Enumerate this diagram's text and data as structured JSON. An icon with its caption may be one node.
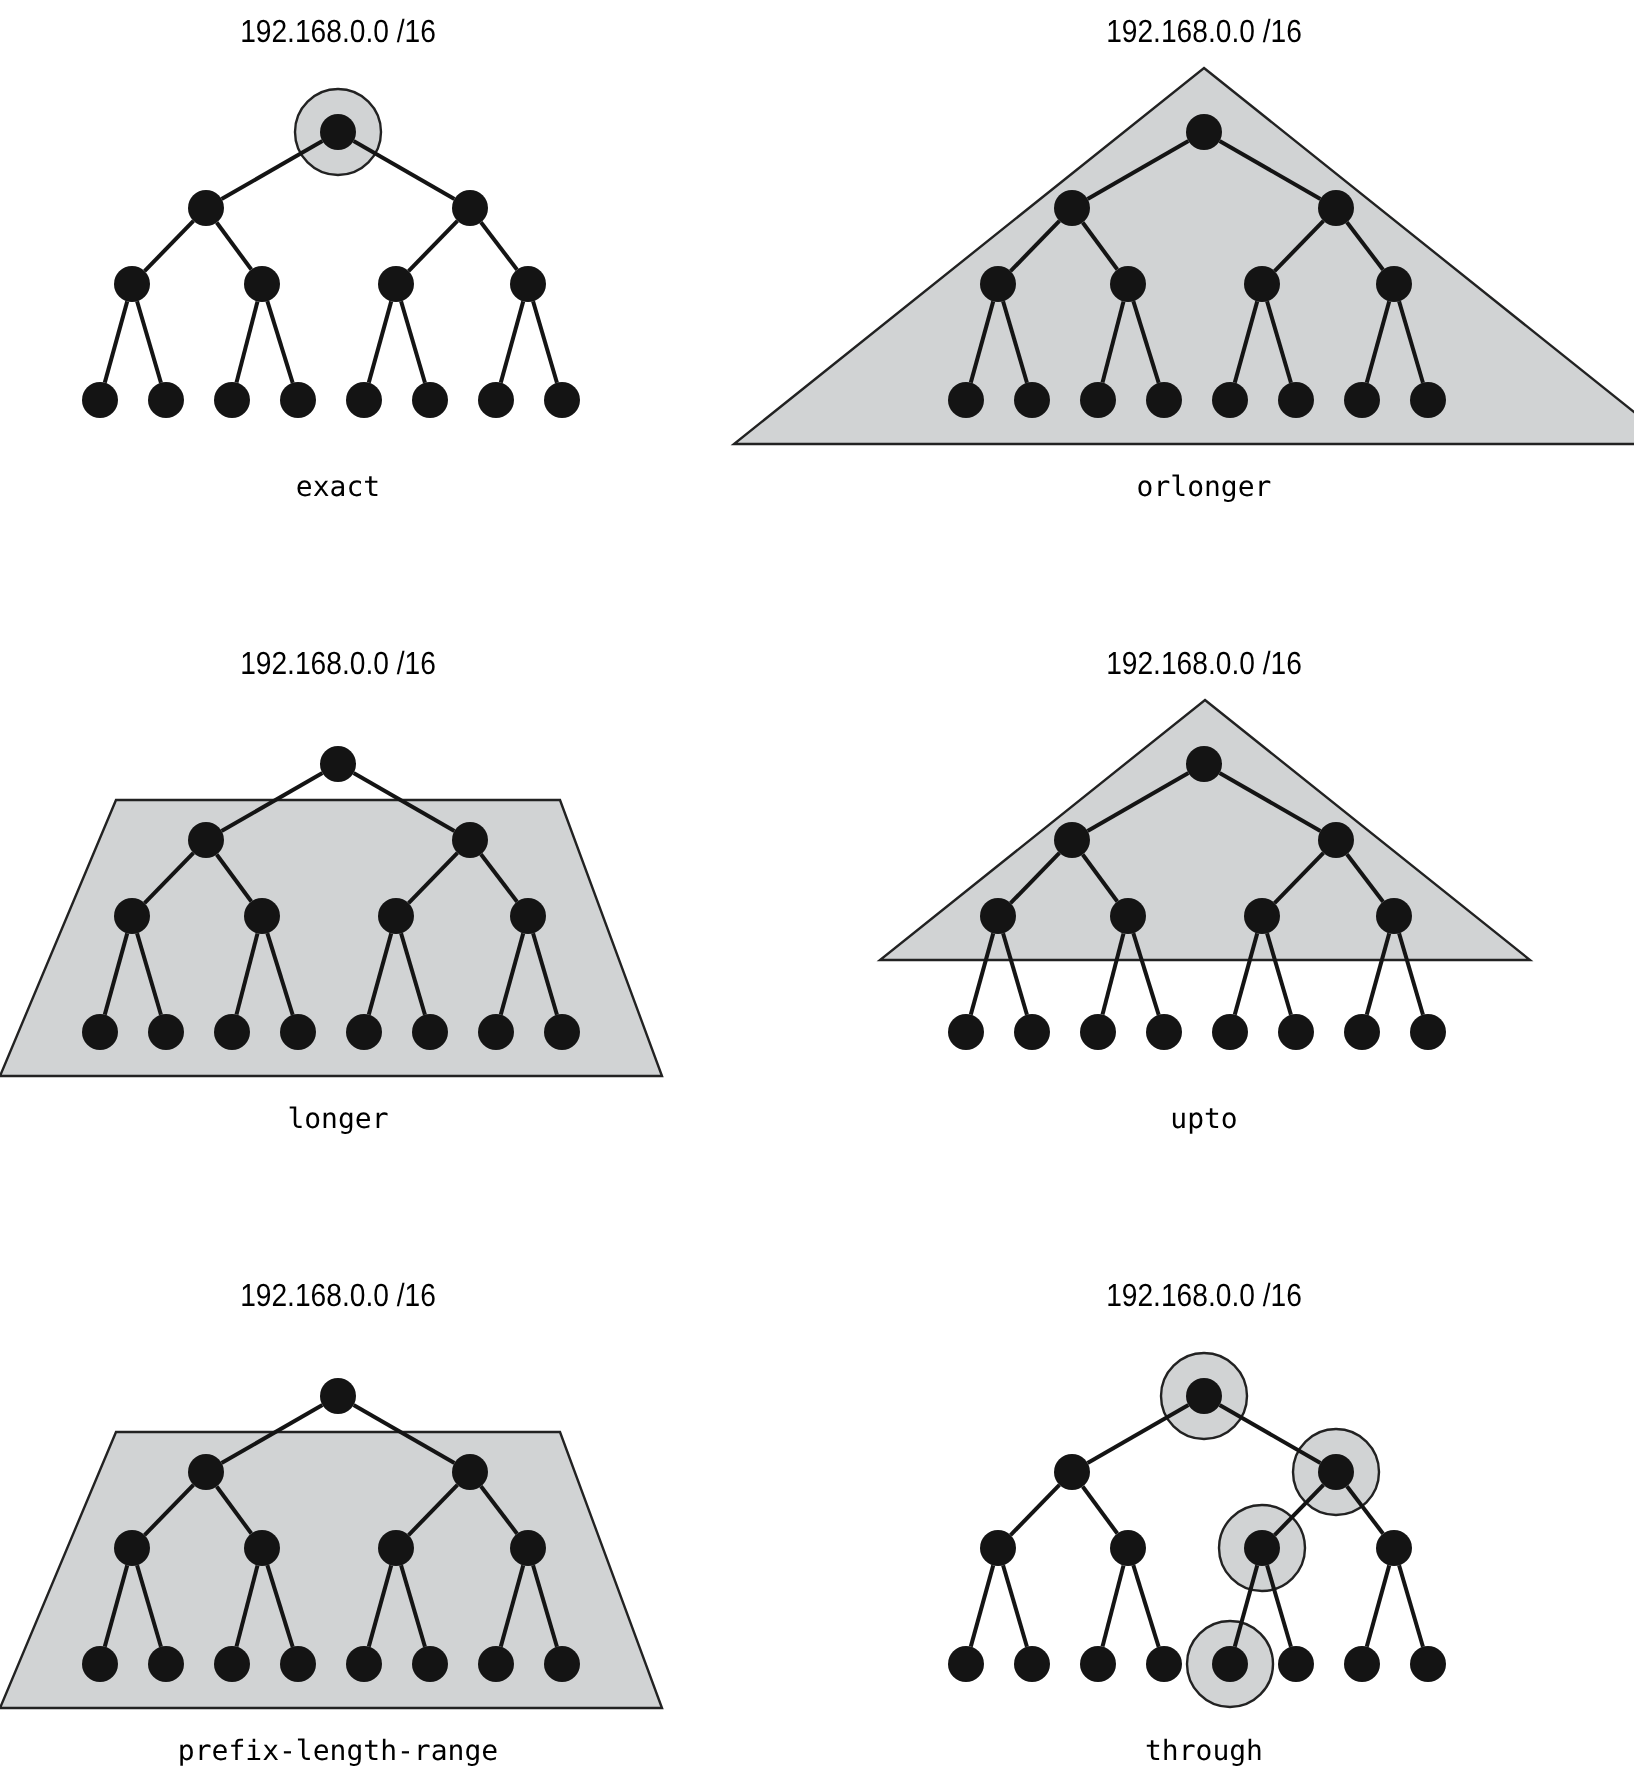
{
  "diagram": {
    "nodes": [
      {
        "text": [],
        "shape": "circle"
      },
      {
        "text": [],
        "shape": "circle",
        "in": 0
      },
      {
        "text": [],
        "shape": "circle"
      },
      {
        "text": [],
        "shape": "circle"
      },
      {
        "text": [],
        "shape": "circle"
      },
      {
        "text": [],
        "shape": "circle"
      },
      {
        "text": [],
        "shape": "circle"
      },
      {
        "text": [],
        "shape": "circle"
      },
      {
        "text": [],
        "shape": "circle"
      },
      {
        "text": [],
        "shape": "circle"
      },
      {
        "text": [],
        "shape": "circle"
      },
      {
        "text": [],
        "shape": "circle"
      },
      {
        "text": [],
        "shape": "circle"
      },
      {
        "text": [],
        "shape": "circle"
      },
      {
        "text": [],
        "shape": "circle"
      },
      {
        "text": [],
        "shape": "circle"
      },
      {
        "text": [],
        "shape": "triangle"
      },
      {
        "text": [],
        "shape": "circle",
        "in": 16
      },
      {
        "text": [],
        "shape": "circle",
        "in": 16
      },
      {
        "text": [],
        "shape": "circle",
        "in": 16
      },
      {
        "text": [],
        "shape": "circle",
        "in": 16
      },
      {
        "text": [],
        "shape": "circle",
        "in": 16
      },
      {
        "text": [],
        "shape": "circle",
        "in": 16
      },
      {
        "text": [],
        "shape": "circle",
        "in": 16
      },
      {
        "text": [],
        "shape": "circle",
        "in": 16
      },
      {
        "text": [],
        "shape": "circle",
        "in": 16
      },
      {
        "text": [],
        "shape": "circle",
        "in": 16
      },
      {
        "text": [],
        "shape": "circle",
        "in": 16
      },
      {
        "text": [],
        "shape": "circle",
        "in": 16
      },
      {
        "text": [],
        "shape": "circle",
        "in": 16
      },
      {
        "text": [],
        "shape": "circle",
        "in": 16
      },
      {
        "text": [],
        "shape": "circle",
        "in": 16
      },
      {
        "text": [],
        "shape": "trapezoid"
      },
      {
        "text": [],
        "shape": "circle"
      },
      {
        "text": [],
        "shape": "circle",
        "in": 32
      },
      {
        "text": [],
        "shape": "circle",
        "in": 32
      },
      {
        "text": [],
        "shape": "circle",
        "in": 32
      },
      {
        "text": [],
        "shape": "circle",
        "in": 32
      },
      {
        "text": [],
        "shape": "circle",
        "in": 32
      },
      {
        "text": [],
        "shape": "circle",
        "in": 32
      },
      {
        "text": [],
        "shape": "circle",
        "in": 32
      },
      {
        "text": [],
        "shape": "circle",
        "in": 32
      },
      {
        "text": [],
        "shape": "circle",
        "in": 32
      },
      {
        "text": [],
        "shape": "circle",
        "in": 32
      },
      {
        "text": [],
        "shape": "circle",
        "in": 32
      },
      {
        "text": [],
        "shape": "circle",
        "in": 32
      },
      {
        "text": [],
        "shape": "circle",
        "in": 32
      },
      {
        "text": [],
        "shape": "circle",
        "in": 32
      },
      {
        "text": [],
        "shape": "triangle"
      },
      {
        "text": [],
        "shape": "circle",
        "in": 48
      },
      {
        "text": [],
        "shape": "circle",
        "in": 48
      },
      {
        "text": [],
        "shape": "circle",
        "in": 48
      },
      {
        "text": [],
        "shape": "circle",
        "in": 48
      },
      {
        "text": [],
        "shape": "circle",
        "in": 48
      },
      {
        "text": [],
        "shape": "circle",
        "in": 48
      },
      {
        "text": [],
        "shape": "circle",
        "in": 48
      },
      {
        "text": [],
        "shape": "circle"
      },
      {
        "text": [],
        "shape": "circle"
      },
      {
        "text": [],
        "shape": "circle"
      },
      {
        "text": [],
        "shape": "circle"
      },
      {
        "text": [],
        "shape": "circle"
      },
      {
        "text": [],
        "shape": "circle"
      },
      {
        "text": [],
        "shape": "circle"
      },
      {
        "text": [],
        "shape": "circle"
      },
      {
        "text": [],
        "shape": "trapezoid"
      },
      {
        "text": [],
        "shape": "circle"
      },
      {
        "text": [],
        "shape": "circle",
        "in": 64
      },
      {
        "text": [],
        "shape": "circle",
        "in": 64
      },
      {
        "text": [],
        "shape": "circle",
        "in": 64
      },
      {
        "text": [],
        "shape": "circle",
        "in": 64
      },
      {
        "text": [],
        "shape": "circle",
        "in": 64
      },
      {
        "text": [],
        "shape": "circle",
        "in": 64
      },
      {
        "text": [],
        "shape": "circle",
        "in": 64
      },
      {
        "text": [],
        "shape": "circle",
        "in": 64
      },
      {
        "text": [],
        "shape": "circle",
        "in": 64
      },
      {
        "text": [],
        "shape": "circle",
        "in": 64
      },
      {
        "text": [],
        "shape": "circle",
        "in": 64
      },
      {
        "text": [],
        "shape": "circle",
        "in": 64
      },
      {
        "text": [],
        "shape": "circle",
        "in": 64
      },
      {
        "text": [],
        "shape": "circle",
        "in": 64
      },
      {
        "text": [],
        "shape": "circle"
      },
      {
        "text": [],
        "shape": "circle"
      },
      {
        "text": [],
        "shape": "circle"
      },
      {
        "text": [],
        "shape": "circle"
      },
      {
        "text": [],
        "shape": "circle",
        "in": 80
      },
      {
        "text": [],
        "shape": "circle"
      },
      {
        "text": [],
        "shape": "circle",
        "in": 81
      },
      {
        "text": [],
        "shape": "circle"
      },
      {
        "text": [],
        "shape": "circle"
      },
      {
        "text": [],
        "shape": "circle",
        "in": 82
      },
      {
        "text": [],
        "shape": "circle"
      },
      {
        "text": [],
        "shape": "circle"
      },
      {
        "text": [],
        "shape": "circle"
      },
      {
        "text": [],
        "shape": "circle"
      },
      {
        "text": [],
        "shape": "circle"
      },
      {
        "text": [],
        "shape": "circle",
        "in": 83
      },
      {
        "text": [],
        "shape": "circle"
      },
      {
        "text": [],
        "shape": "circle"
      },
      {
        "text": [],
        "shape": "circle"
      }
    ],
    "edges": [
      {
        "from": 1,
        "to": 2,
        "arrow": "none"
      },
      {
        "from": 1,
        "to": 3,
        "arrow": "none"
      },
      {
        "from": 2,
        "to": 4,
        "arrow": "none"
      },
      {
        "from": 2,
        "to": 5,
        "arrow": "none"
      },
      {
        "from": 3,
        "to": 6,
        "arrow": "none"
      },
      {
        "from": 3,
        "to": 7,
        "arrow": "none"
      },
      {
        "from": 4,
        "to": 8,
        "arrow": "none"
      },
      {
        "from": 4,
        "to": 9,
        "arrow": "none"
      },
      {
        "from": 5,
        "to": 10,
        "arrow": "none"
      },
      {
        "from": 5,
        "to": 11,
        "arrow": "none"
      },
      {
        "from": 6,
        "to": 12,
        "arrow": "none"
      },
      {
        "from": 6,
        "to": 13,
        "arrow": "none"
      },
      {
        "from": 7,
        "to": 14,
        "arrow": "none"
      },
      {
        "from": 7,
        "to": 15,
        "arrow": "none"
      },
      {
        "from": 17,
        "to": 18,
        "arrow": "none"
      },
      {
        "from": 17,
        "to": 19,
        "arrow": "none"
      },
      {
        "from": 18,
        "to": 20,
        "arrow": "none"
      },
      {
        "from": 18,
        "to": 21,
        "arrow": "none"
      },
      {
        "from": 19,
        "to": 22,
        "arrow": "none"
      },
      {
        "from": 19,
        "to": 23,
        "arrow": "none"
      },
      {
        "from": 20,
        "to": 24,
        "arrow": "none"
      },
      {
        "from": 20,
        "to": 25,
        "arrow": "none"
      },
      {
        "from": 21,
        "to": 26,
        "arrow": "none"
      },
      {
        "from": 21,
        "to": 27,
        "arrow": "none"
      },
      {
        "from": 22,
        "to": 28,
        "arrow": "none"
      },
      {
        "from": 22,
        "to": 29,
        "arrow": "none"
      },
      {
        "from": 23,
        "to": 30,
        "arrow": "none"
      },
      {
        "from": 23,
        "to": 31,
        "arrow": "none"
      },
      {
        "from": 33,
        "to": 34,
        "arrow": "none"
      },
      {
        "from": 33,
        "to": 35,
        "arrow": "none"
      },
      {
        "from": 34,
        "to": 36,
        "arrow": "none"
      },
      {
        "from": 34,
        "to": 37,
        "arrow": "none"
      },
      {
        "from": 35,
        "to": 38,
        "arrow": "none"
      },
      {
        "from": 35,
        "to": 39,
        "arrow": "none"
      },
      {
        "from": 36,
        "to": 40,
        "arrow": "none"
      },
      {
        "from": 36,
        "to": 41,
        "arrow": "none"
      },
      {
        "from": 37,
        "to": 42,
        "arrow": "none"
      },
      {
        "from": 37,
        "to": 43,
        "arrow": "none"
      },
      {
        "from": 38,
        "to": 44,
        "arrow": "none"
      },
      {
        "from": 38,
        "to": 45,
        "arrow": "none"
      },
      {
        "from": 39,
        "to": 46,
        "arrow": "none"
      },
      {
        "from": 39,
        "to": 47,
        "arrow": "none"
      },
      {
        "from": 49,
        "to": 50,
        "arrow": "none"
      },
      {
        "from": 49,
        "to": 51,
        "arrow": "none"
      },
      {
        "from": 50,
        "to": 52,
        "arrow": "none"
      },
      {
        "from": 50,
        "to": 53,
        "arrow": "none"
      },
      {
        "from": 51,
        "to": 54,
        "arrow": "none"
      },
      {
        "from": 51,
        "to": 55,
        "arrow": "none"
      },
      {
        "from": 52,
        "to": 56,
        "arrow": "none"
      },
      {
        "from": 52,
        "to": 57,
        "arrow": "none"
      },
      {
        "from": 53,
        "to": 58,
        "arrow": "none"
      },
      {
        "from": 53,
        "to": 59,
        "arrow": "none"
      },
      {
        "from": 54,
        "to": 60,
        "arrow": "none"
      },
      {
        "from": 54,
        "to": 61,
        "arrow": "none"
      },
      {
        "from": 55,
        "to": 62,
        "arrow": "none"
      },
      {
        "from": 55,
        "to": 63,
        "arrow": "none"
      },
      {
        "from": 65,
        "to": 66,
        "arrow": "none"
      },
      {
        "from": 65,
        "to": 67,
        "arrow": "none"
      },
      {
        "from": 66,
        "to": 68,
        "arrow": "none"
      },
      {
        "from": 66,
        "to": 69,
        "arrow": "none"
      },
      {
        "from": 67,
        "to": 70,
        "arrow": "none"
      },
      {
        "from": 67,
        "to": 71,
        "arrow": "none"
      },
      {
        "from": 68,
        "to": 72,
        "arrow": "none"
      },
      {
        "from": 68,
        "to": 73,
        "arrow": "none"
      },
      {
        "from": 69,
        "to": 74,
        "arrow": "none"
      },
      {
        "from": 69,
        "to": 75,
        "arrow": "none"
      },
      {
        "from": 70,
        "to": 76,
        "arrow": "none"
      },
      {
        "from": 70,
        "to": 77,
        "arrow": "none"
      },
      {
        "from": 71,
        "to": 78,
        "arrow": "none"
      },
      {
        "from": 71,
        "to": 79,
        "arrow": "none"
      },
      {
        "from": 84,
        "to": 85,
        "arrow": "none"
      },
      {
        "from": 84,
        "to": 86,
        "arrow": "none"
      },
      {
        "from": 85,
        "to": 87,
        "arrow": "none"
      },
      {
        "from": 85,
        "to": 88,
        "arrow": "none"
      },
      {
        "from": 86,
        "to": 89,
        "arrow": "none"
      },
      {
        "from": 86,
        "to": 90,
        "arrow": "none"
      },
      {
        "from": 87,
        "to": 91,
        "arrow": "none"
      },
      {
        "from": 87,
        "to": 92,
        "arrow": "none"
      },
      {
        "from": 88,
        "to": 93,
        "arrow": "none"
      },
      {
        "from": 88,
        "to": 94,
        "arrow": "none"
      },
      {
        "from": 89,
        "to": 95,
        "arrow": "none"
      },
      {
        "from": 89,
        "to": 96,
        "arrow": "none"
      },
      {
        "from": 90,
        "to": 97,
        "arrow": "none"
      },
      {
        "from": 90,
        "to": 98,
        "arrow": "none"
      }
    ],
    "labels": [
      "192.168.0.0 /16",
      "192.168.0.0 /16",
      "exact",
      "orlonger",
      "192.168.0.0 /16",
      "192.168.0.0 /16",
      "longer",
      "upto",
      "192.168.0.0 /16",
      "192.168.0.0 /16",
      "prefix-length-range",
      "through"
    ]
  }
}
